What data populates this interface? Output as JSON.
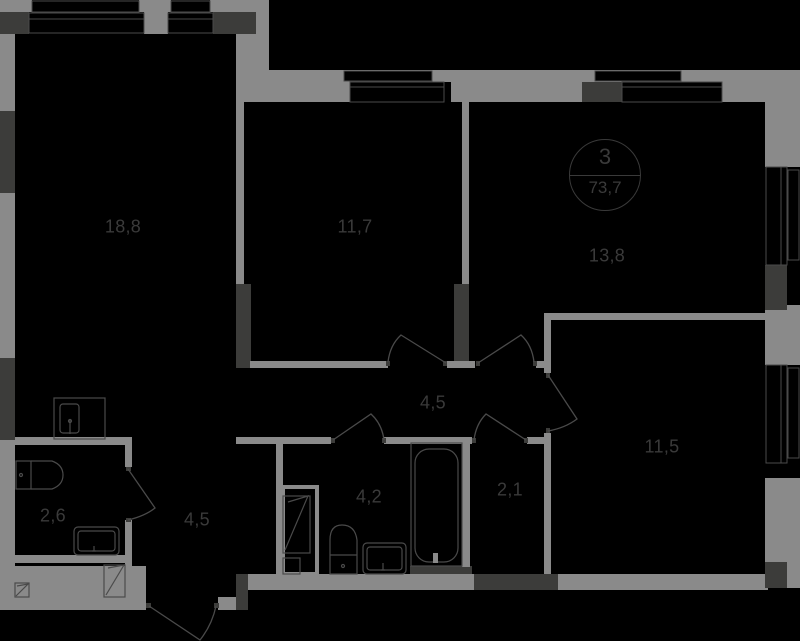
{
  "plan": {
    "type": "apartment-floor-plan",
    "colors": {
      "background": "#000000",
      "wall": "#8a8a8a",
      "column": "#3c3c3a",
      "window_frame": "#4a4a4a",
      "fixture_line": "#4a4a4a",
      "door_line": "#4a4a4a",
      "label": "#3a3a3a"
    }
  },
  "summary": {
    "rooms_count": "3",
    "total_area": "73,7"
  },
  "rooms": [
    {
      "id": "living-room",
      "area": "18,8"
    },
    {
      "id": "bedroom-1",
      "area": "11,7"
    },
    {
      "id": "bedroom-2",
      "area": "13,8"
    },
    {
      "id": "bedroom-3",
      "area": "11,5"
    },
    {
      "id": "corridor",
      "area": "4,5"
    },
    {
      "id": "hallway",
      "area": "4,5"
    },
    {
      "id": "bathroom",
      "area": "4,2"
    },
    {
      "id": "storage",
      "area": "2,1"
    },
    {
      "id": "wc",
      "area": "2,6"
    }
  ]
}
